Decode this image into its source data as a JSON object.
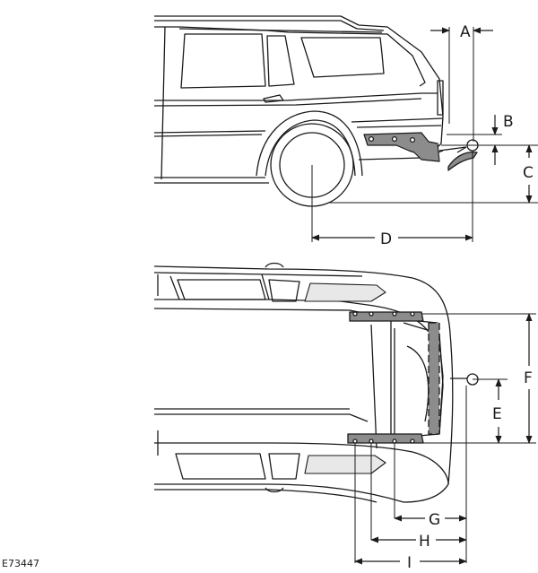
{
  "figure": {
    "code": "E73447",
    "dimension_labels": {
      "a": "A",
      "b": "B",
      "c": "C",
      "d": "D",
      "e": "E",
      "f": "F",
      "g": "G",
      "h": "H",
      "i": "I"
    }
  },
  "colors": {
    "line": "#1a1a1a",
    "bracket_fill": "#8c8c8c",
    "glass_fill": "#ffffff",
    "background": "#ffffff"
  }
}
